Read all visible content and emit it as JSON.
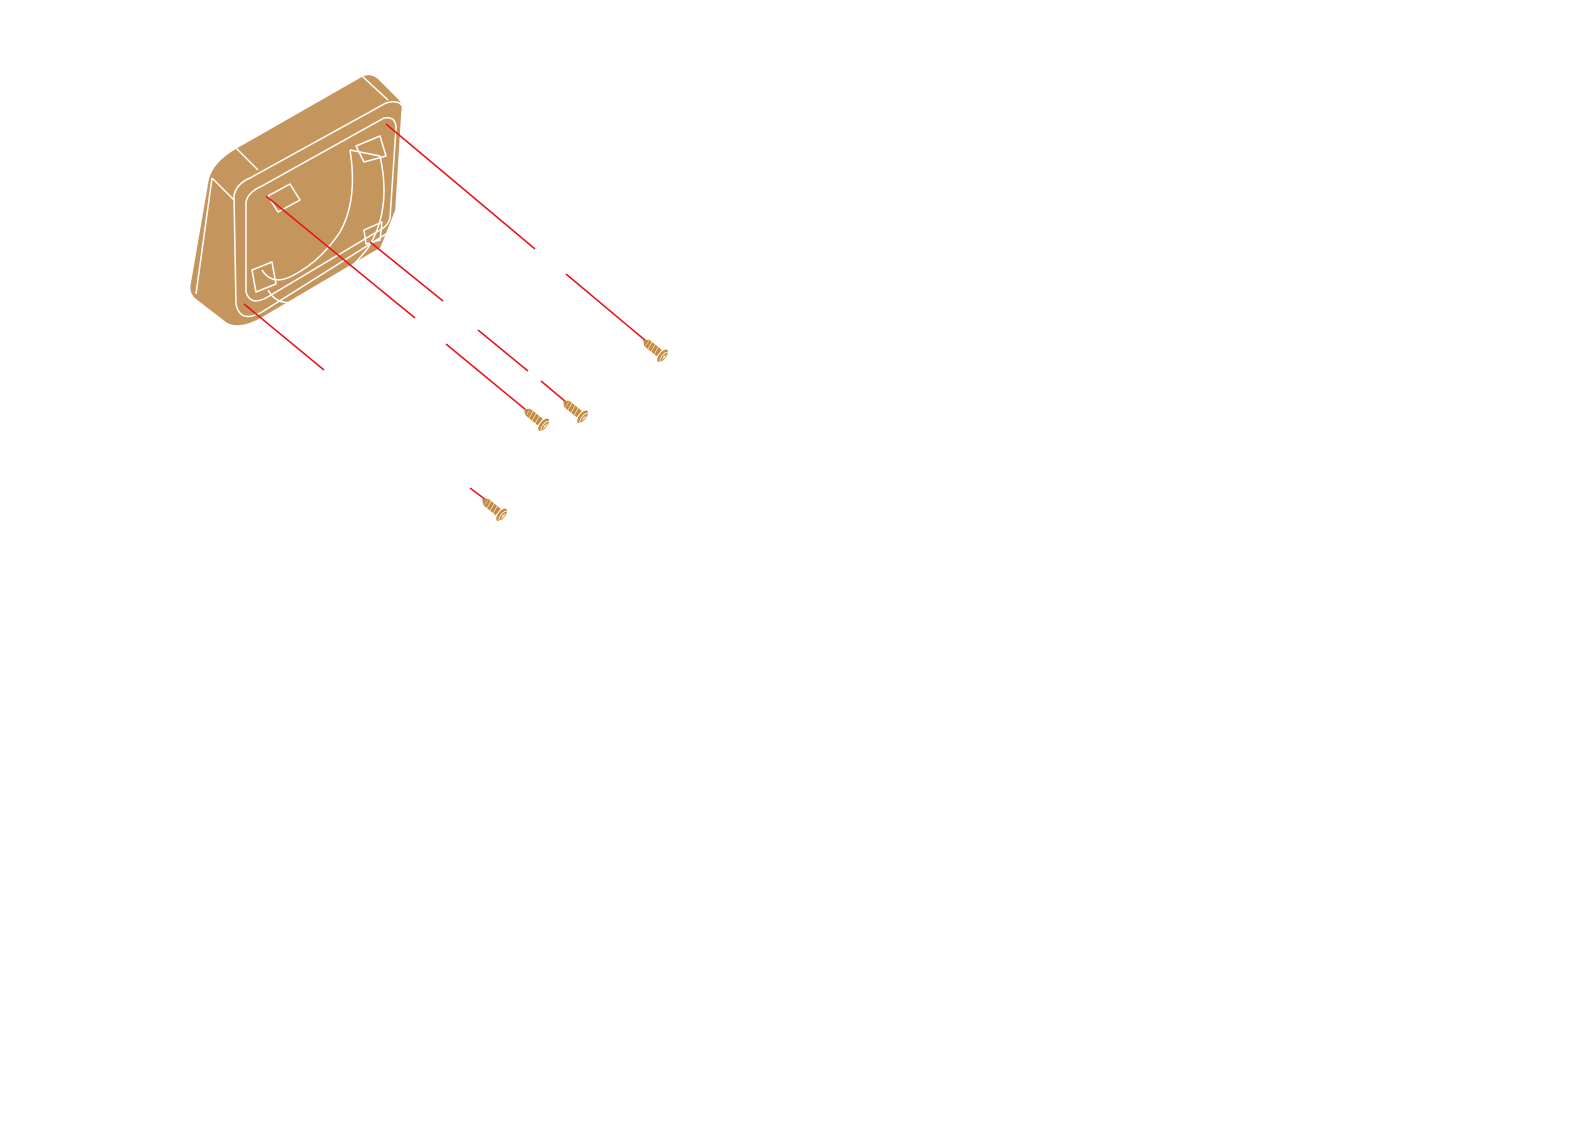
{
  "diagram": {
    "type": "exploded-assembly",
    "colors": {
      "part_fill": "#C4965E",
      "screw_fill": "#C58A3E",
      "outline": "#FFFFFF",
      "leader_line": "#E8141C",
      "background": "#FFFFFF"
    },
    "parts": [
      {
        "name": "fan-shroud",
        "icon": "square-fan-frame"
      },
      {
        "name": "screw-1",
        "icon": "screw"
      },
      {
        "name": "screw-2",
        "icon": "screw"
      },
      {
        "name": "screw-3",
        "icon": "screw"
      },
      {
        "name": "screw-4",
        "icon": "screw"
      }
    ]
  }
}
